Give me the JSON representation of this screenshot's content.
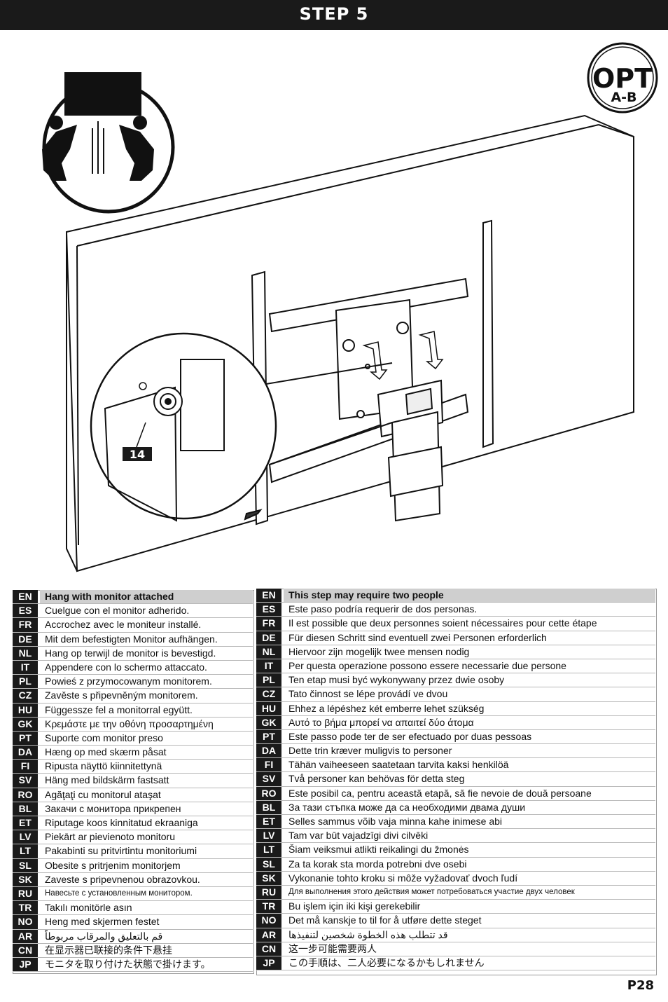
{
  "header": {
    "title": "STEP 5"
  },
  "badge": {
    "opt": "OPT",
    "sub": "A-B"
  },
  "callout": {
    "part_number": "14"
  },
  "left_table": [
    {
      "code": "EN",
      "text": "Hang with monitor attached"
    },
    {
      "code": "ES",
      "text": "Cuelgue con el monitor adherido."
    },
    {
      "code": "FR",
      "text": "Accrochez avec le moniteur installé."
    },
    {
      "code": "DE",
      "text": "Mit dem befestigten Monitor aufhängen."
    },
    {
      "code": "NL",
      "text": "Hang op terwijl de monitor is bevestigd."
    },
    {
      "code": "IT",
      "text": "Appendere con lo schermo attaccato."
    },
    {
      "code": "PL",
      "text": "Powieś z przymocowanym monitorem."
    },
    {
      "code": "CZ",
      "text": "Zavěste s připevněným monitorem."
    },
    {
      "code": "HU",
      "text": "Függessze fel a monitorral együtt."
    },
    {
      "code": "GK",
      "text": "Κρεμάστε με την οθόνη προσαρτημένη"
    },
    {
      "code": "PT",
      "text": "Suporte com monitor preso"
    },
    {
      "code": "DA",
      "text": "Hæng op med skærm påsat"
    },
    {
      "code": "FI",
      "text": "Ripusta näyttö kiinnitettynä"
    },
    {
      "code": "SV",
      "text": "Häng med bildskärm fastsatt"
    },
    {
      "code": "RO",
      "text": "Agăţaţi cu monitorul ataşat"
    },
    {
      "code": "BL",
      "text": "Закачи с монитора прикрепен"
    },
    {
      "code": "ET",
      "text": "Riputage koos kinnitatud ekraaniga"
    },
    {
      "code": "LV",
      "text": "Piekārt ar pievienoto monitoru"
    },
    {
      "code": "LT",
      "text": "Pakabinti su pritvirtintu monitoriumi"
    },
    {
      "code": "SL",
      "text": "Obesite s pritrjenim monitorjem"
    },
    {
      "code": "SK",
      "text": "Zaveste s pripevnenou obrazovkou."
    },
    {
      "code": "RU",
      "text": "Навесьте с установленным монитором."
    },
    {
      "code": "TR",
      "text": "Takılı monitörle asın"
    },
    {
      "code": "NO",
      "text": "Heng med skjermen festet"
    },
    {
      "code": "AR",
      "text": "قم بالتعليق والمرقاب مربوطاً"
    },
    {
      "code": "CN",
      "text": "在显示器已联接的条件下悬挂"
    },
    {
      "code": "JP",
      "text": "モニタを取り付けた状態で掛けます。"
    }
  ],
  "right_table": [
    {
      "code": "EN",
      "text": "This step may require two people"
    },
    {
      "code": "ES",
      "text": "Este paso podría requerir de dos personas."
    },
    {
      "code": "FR",
      "text": "Il est possible que deux personnes soient nécessaires pour cette étape"
    },
    {
      "code": "DE",
      "text": "Für diesen Schritt sind eventuell zwei Personen erforderlich"
    },
    {
      "code": "NL",
      "text": "Hiervoor zijn mogelijk twee mensen nodig"
    },
    {
      "code": "IT",
      "text": "Per questa operazione possono essere necessarie due persone"
    },
    {
      "code": "PL",
      "text": "Ten etap musi być wykonywany przez dwie osoby"
    },
    {
      "code": "CZ",
      "text": "Tato činnost se lépe provádí ve dvou"
    },
    {
      "code": "HU",
      "text": "Ehhez a lépéshez két emberre lehet szükség"
    },
    {
      "code": "GK",
      "text": "Αυτό το βήμα μπορεί να απαιτεί δύο άτομα"
    },
    {
      "code": "PT",
      "text": "Este passo pode ter de ser efectuado por duas pessoas"
    },
    {
      "code": "DA",
      "text": "Dette trin kræver muligvis to personer"
    },
    {
      "code": "FI",
      "text": "Tähän vaiheeseen saatetaan tarvita kaksi henkilöä"
    },
    {
      "code": "SV",
      "text": "Två personer kan behövas för detta steg"
    },
    {
      "code": "RO",
      "text": "Este posibil ca, pentru această etapă, să fie nevoie de două persoane"
    },
    {
      "code": "BL",
      "text": "За тази стъпка може да са необходими двама души"
    },
    {
      "code": "ET",
      "text": "Selles sammus võib vaja minna kahe inimese abi"
    },
    {
      "code": "LV",
      "text": "Tam var būt vajadzīgi divi cilvēki"
    },
    {
      "code": "LT",
      "text": "Šiam veiksmui atlikti reikalingi du žmonės"
    },
    {
      "code": "SL",
      "text": "Za ta korak sta morda potrebni dve osebi"
    },
    {
      "code": "SK",
      "text": "Vykonanie tohto kroku si môže vyžadovať dvoch ľudí"
    },
    {
      "code": "RU",
      "text": "Для выполнения этого действия может потребоваться участие двух человек"
    },
    {
      "code": "TR",
      "text": "Bu işlem için iki kişi gerekebilir"
    },
    {
      "code": "NO",
      "text": "Det må kanskje to til for å utføre dette steget"
    },
    {
      "code": "AR",
      "text": "قد تتطلب هذه الخطوة شخصين لتنفيذها"
    },
    {
      "code": "CN",
      "text": "这一步可能需要两人"
    },
    {
      "code": "JP",
      "text": "この手順は、二人必要になるかもしれません"
    }
  ],
  "footer": {
    "page": "P28"
  }
}
